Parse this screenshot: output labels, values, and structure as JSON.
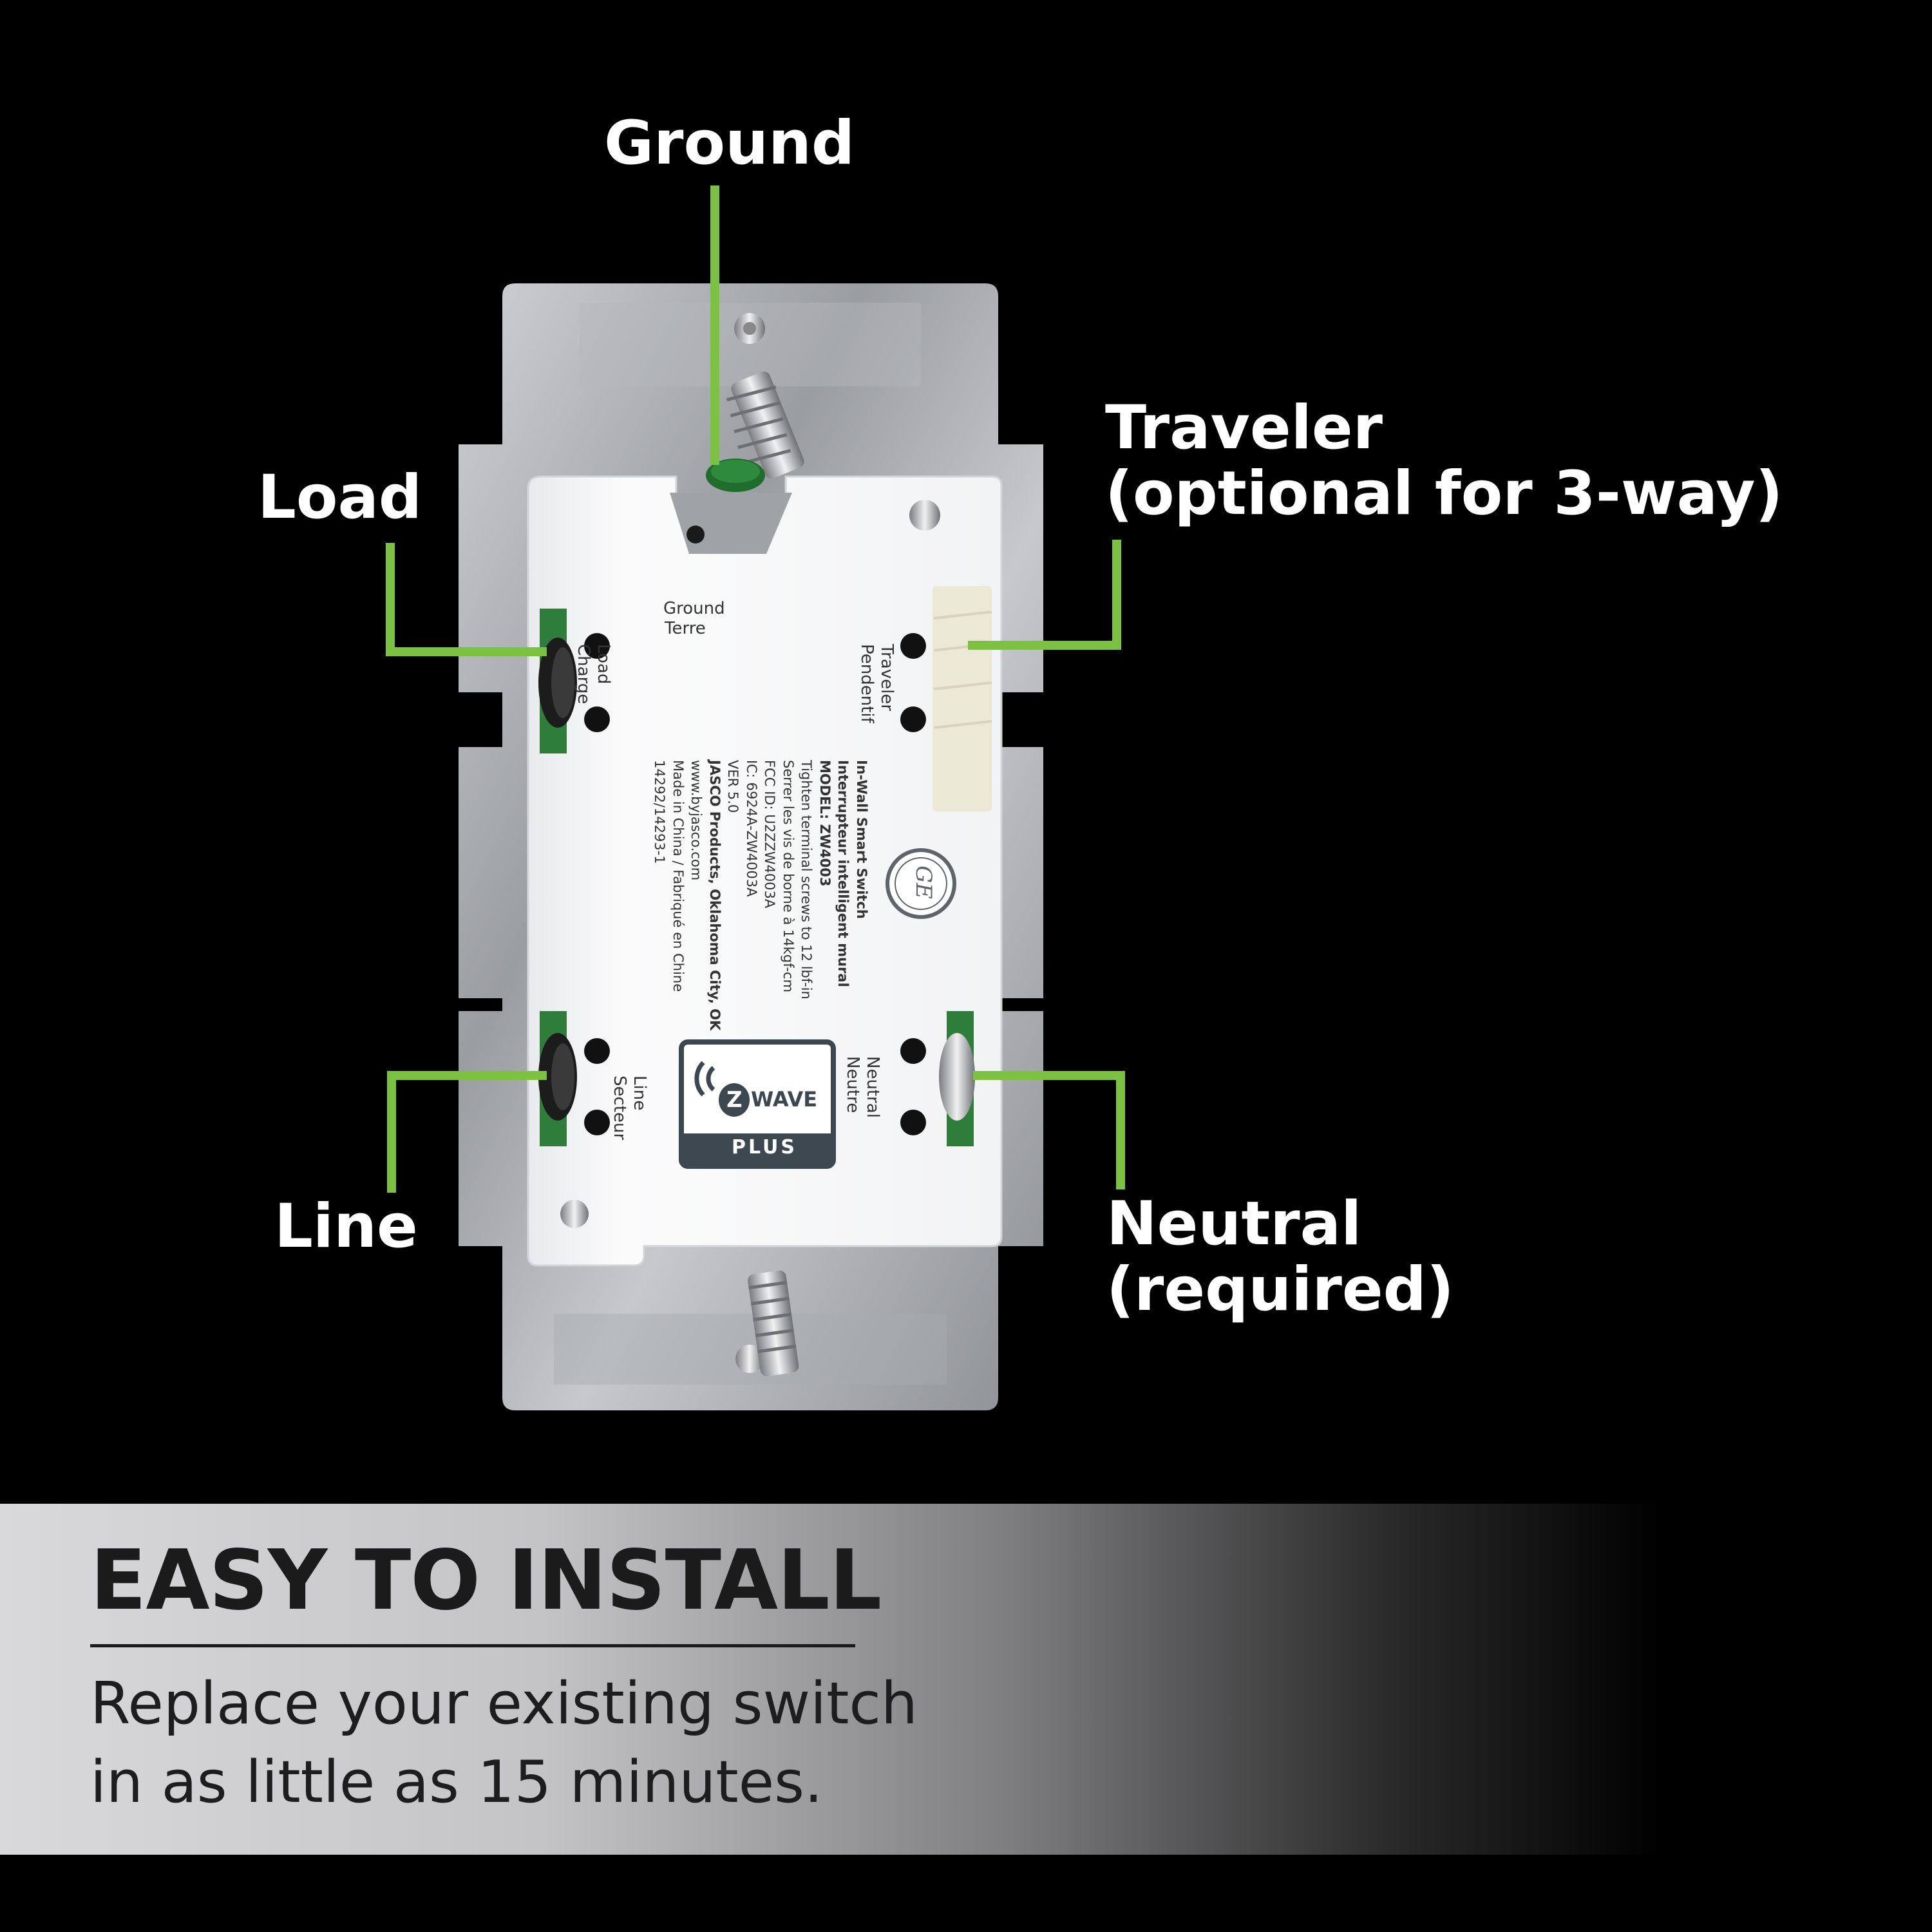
{
  "labels": {
    "ground": "Ground",
    "load": "Load",
    "traveler": "Traveler",
    "traveler_note": "(optional for 3-way)",
    "line": "Line",
    "neutral": "Neutral",
    "neutral_note": "(required)"
  },
  "device": {
    "ground_en": "Ground",
    "ground_fr": "Terre",
    "load_en": "Load",
    "load_fr": "Charge",
    "traveler_en": "Traveler",
    "traveler_fr": "Pendentif",
    "line_en": "Line",
    "line_fr": "Secteur",
    "neutral_en": "Neutral",
    "neutral_fr": "Neutre",
    "product_en": "In-Wall Smart Switch",
    "product_fr": "Interrupteur intelligent mural",
    "model": "MODEL: ZW4003",
    "spec1": "Tighten terminal screws to 12 lbf-in",
    "spec2": "Serrer les vis de borne à 14kgf-cm",
    "fcc": "FCC ID: U2ZZW4003A",
    "ic": "IC: 6924A-ZW4003A",
    "ver": "VER 5.0",
    "maker": "JASCO Products, Oklahoma City, OK",
    "url": "www.byjasco.com",
    "origin": "Made in China / Fabriqué en Chine",
    "part": "14292/14293-1",
    "brand_logo": "GE",
    "zwave_word": "WAVE",
    "zwave_z": "Z",
    "zwave_plus": "PLUS"
  },
  "banner": {
    "title": "EASY TO INSTALL",
    "subtitle_line1": "Replace your existing switch",
    "subtitle_line2": "in as little as 15 minutes."
  },
  "colors": {
    "callout_green": "#7cc242",
    "background": "#000000",
    "banner_text": "#1b1b1b"
  }
}
